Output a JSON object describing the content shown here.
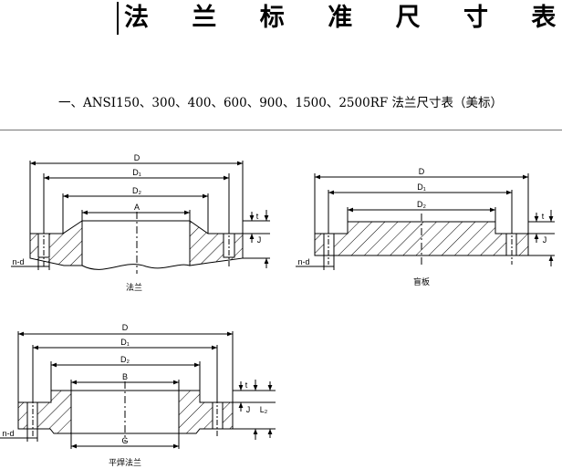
{
  "title": "法 兰 标 准 尺 寸 表",
  "subtitle": "一、ANSI150、300、400、600、900、1500、2500RF 法兰尺寸表（美标）",
  "figures": {
    "flange": {
      "caption": "法兰",
      "D": "D",
      "D1": "D₁",
      "D2": "D₂",
      "A": "A",
      "t": "t",
      "J": "J",
      "nd": "n-d"
    },
    "blind": {
      "caption": "盲板",
      "D": "D",
      "D1": "D₁",
      "D2": "D₂",
      "t": "t",
      "J": "J",
      "nd": "n-d"
    },
    "slipon": {
      "caption": "平焊法兰",
      "D": "D",
      "D1": "D₁",
      "D2": "D₂",
      "B": "B",
      "G": "G",
      "t": "t",
      "J": "J",
      "L2": "L₂",
      "nd": "n-d"
    }
  }
}
